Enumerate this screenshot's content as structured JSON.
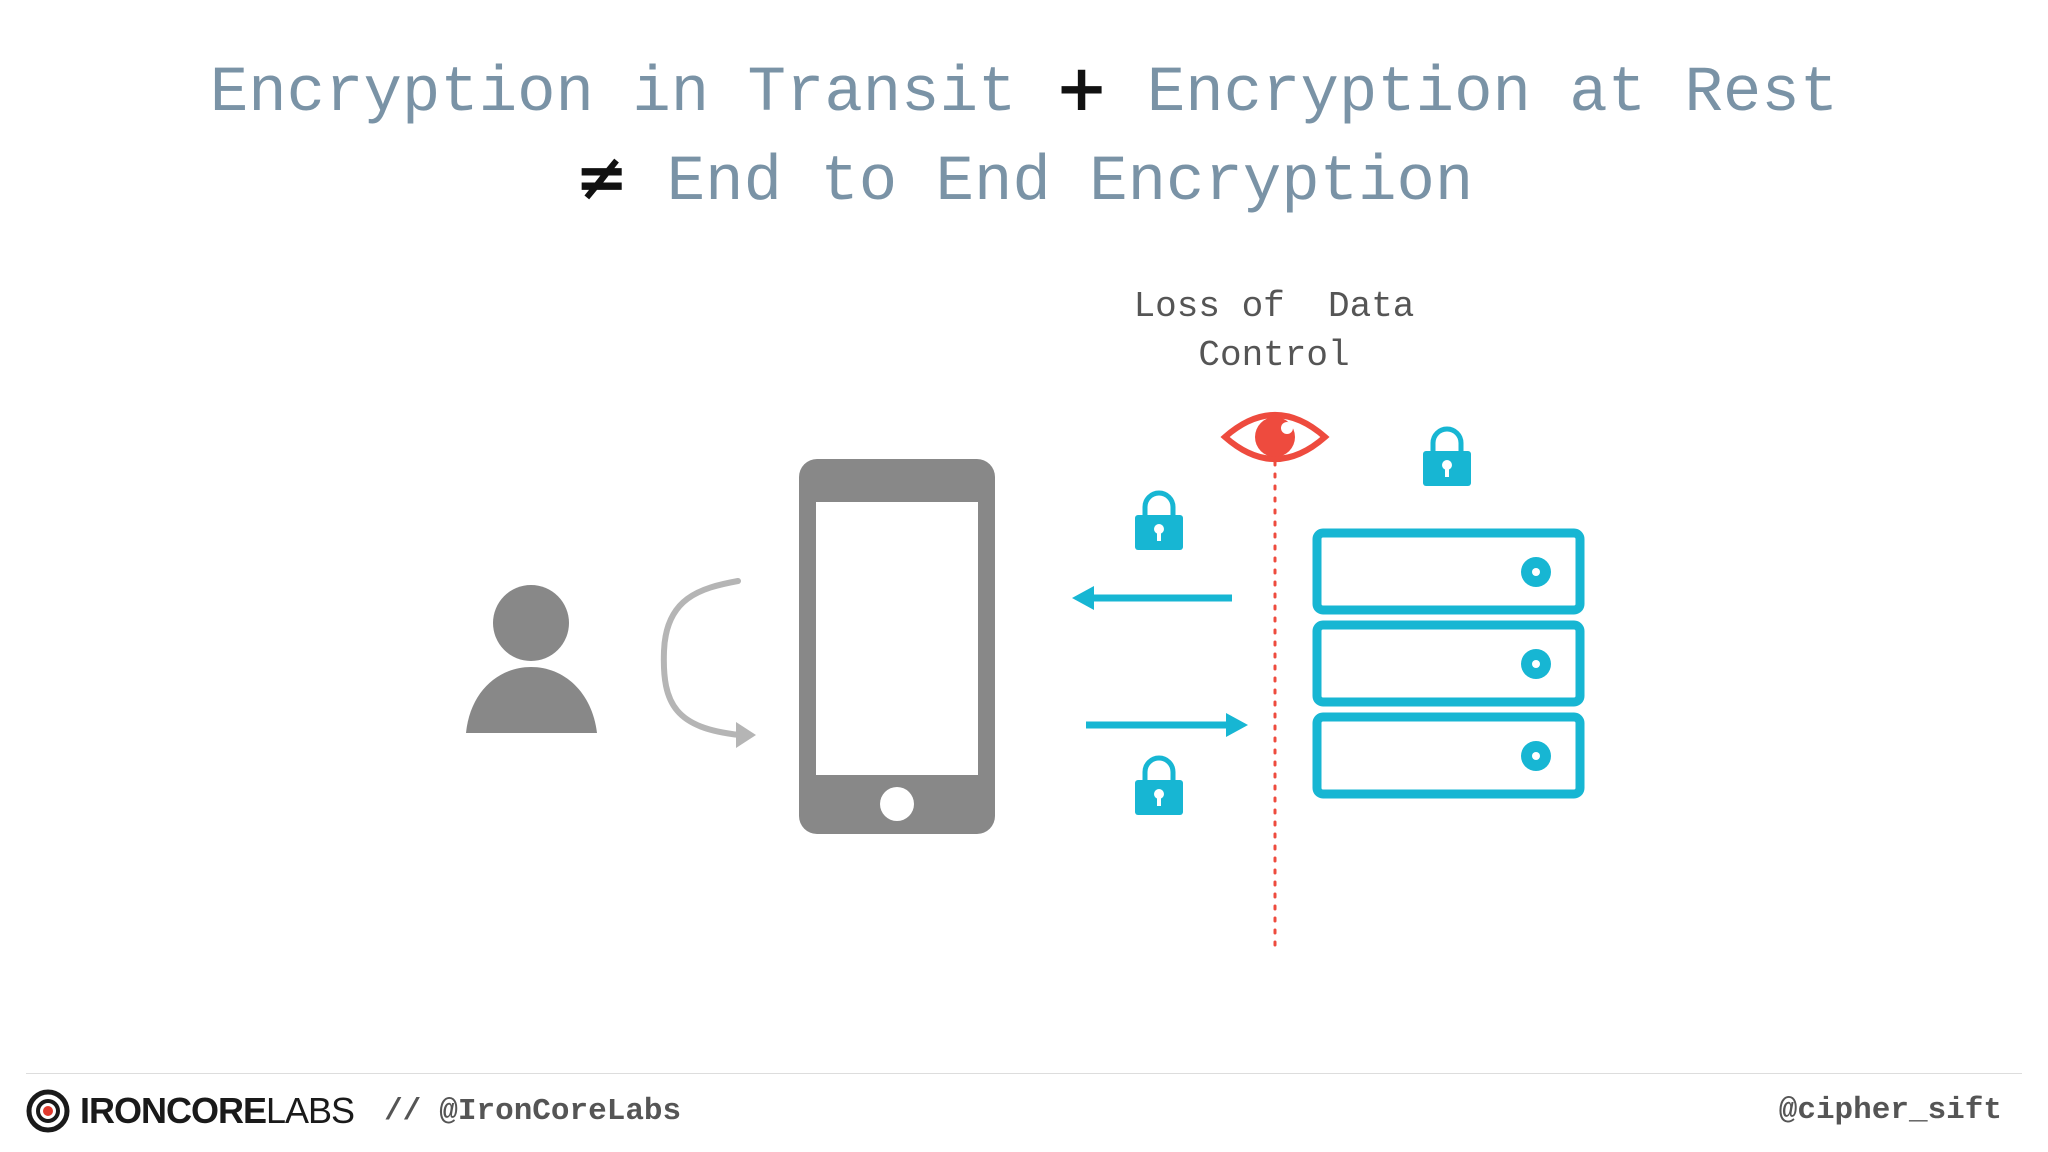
{
  "title": {
    "line1_part1": "Encryption in Transit",
    "line1_operator": "+",
    "line1_part2": "Encryption at Rest",
    "line2_operator": "≠",
    "line2_text": "End to End Encryption"
  },
  "diagram": {
    "loss_label": "Loss of  Data\nControl",
    "icons": {
      "user": "user-icon",
      "loop_arrow": "curved-arrow-icon",
      "phone": "smartphone-icon",
      "eye": "eye-icon",
      "lock": "lock-icon",
      "server": "server-stack-icon"
    },
    "colors": {
      "gray": "#888888",
      "light_gray": "#b5b5b5",
      "cyan": "#17b6d3",
      "red": "#ee4b3e",
      "title_blue_gray": "#7a93a6"
    }
  },
  "footer": {
    "brand_strong": "IRONCORE",
    "brand_light": "LABS",
    "separator": "//",
    "handle_left": "@IronCoreLabs",
    "handle_right": "@cipher_sift"
  }
}
